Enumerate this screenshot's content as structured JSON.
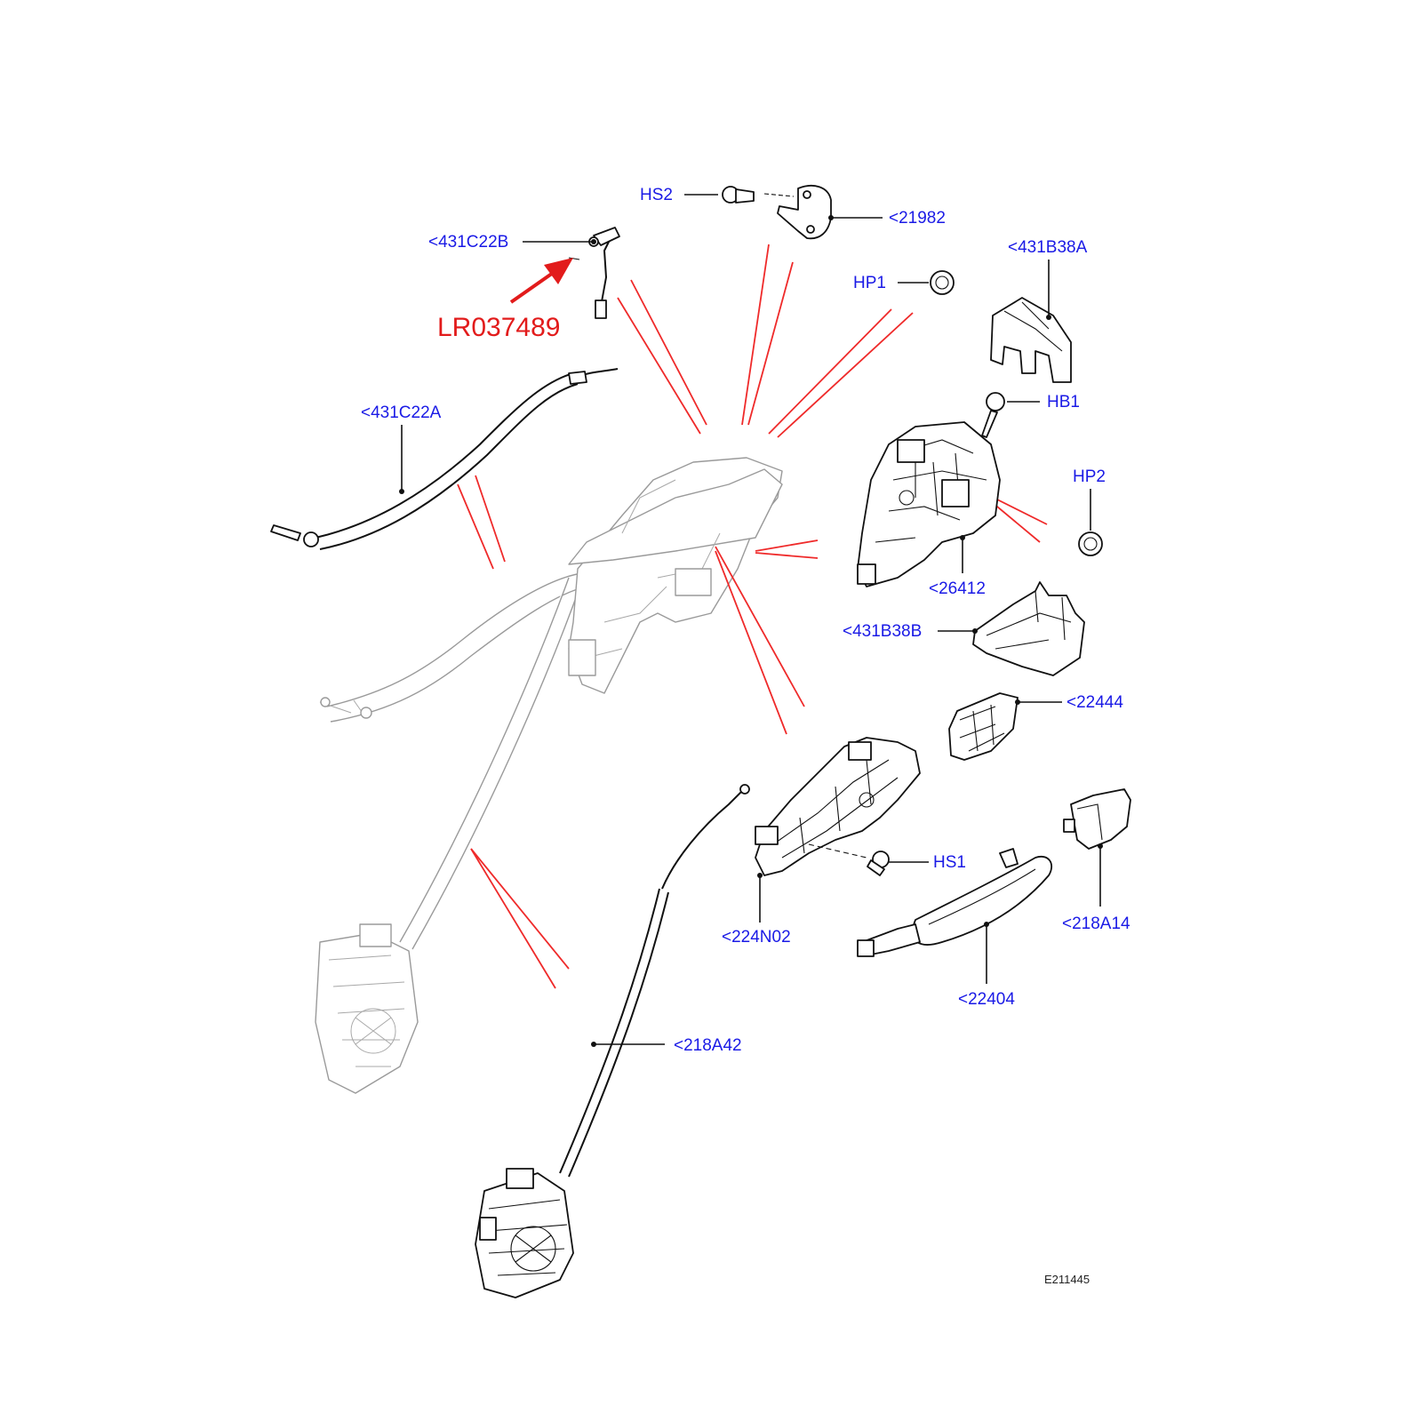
{
  "highlight": {
    "part_number": "LR037489",
    "color": "#e21b1b"
  },
  "callout_color": "#1a1ae6",
  "callouts": {
    "hs2": "HS2",
    "c21982": "<21982",
    "c431c22b": "<431C22B",
    "c431b38a": "<431B38A",
    "hp1": "HP1",
    "hb1": "HB1",
    "c431c22a": "<431C22A",
    "hp2": "HP2",
    "c26412": "<26412",
    "c431b38b": "<431B38B",
    "c22444": "<22444",
    "hs1": "HS1",
    "c224n02": "<224N02",
    "c218a14": "<218A14",
    "c22404": "<22404",
    "c218a42": "<218A42"
  },
  "footer_code": "E211445"
}
